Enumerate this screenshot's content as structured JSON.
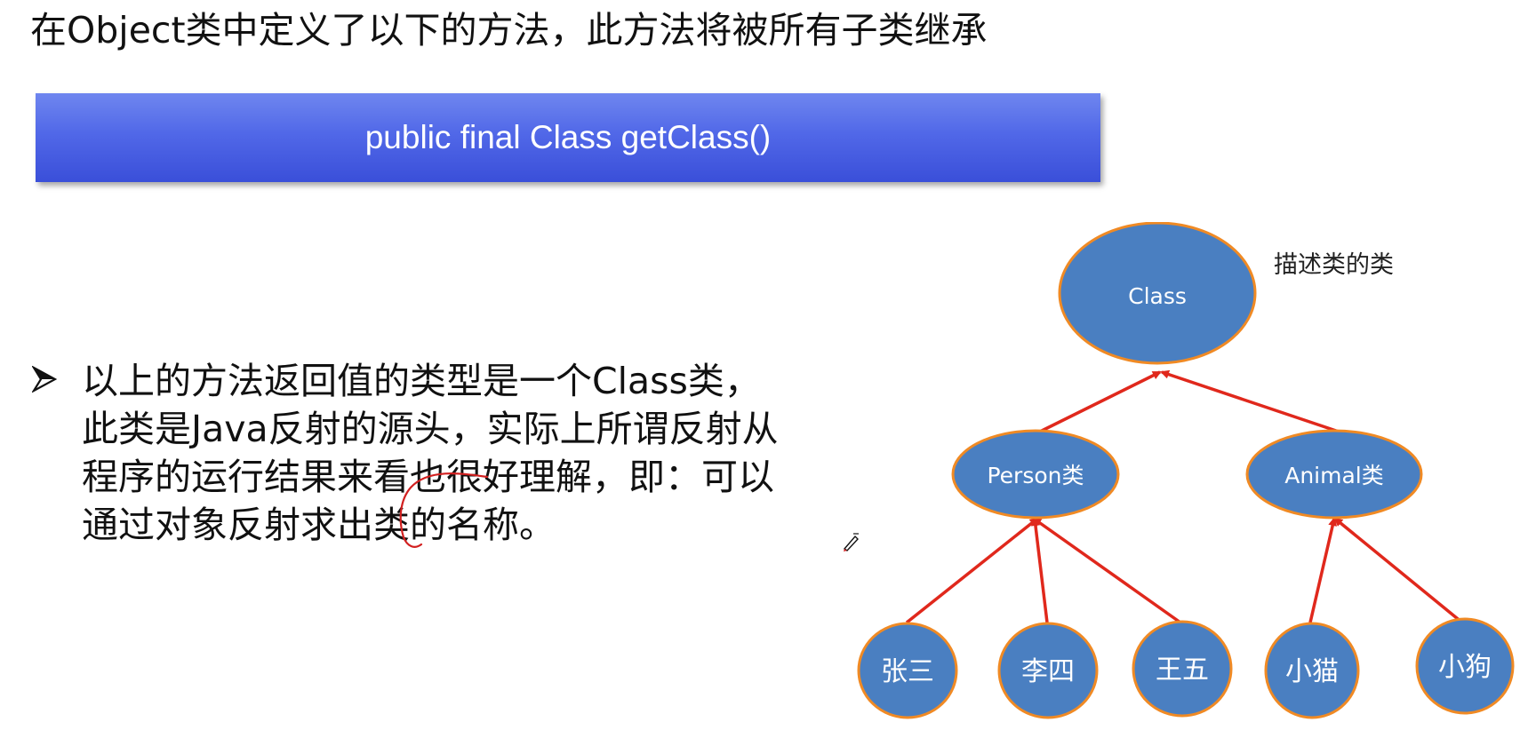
{
  "slide": {
    "title": "在Object类中定义了以下的方法，此方法将被所有子类继承",
    "code_line": "public final Class getClass()",
    "bullet": "以上的方法返回值的类型是一个Class类，此类是Java反射的源头，实际上所谓反射从程序的运行结果来看也很好理解，即：可以通过对象反射求出类的名称。"
  },
  "diagram": {
    "root": "Class",
    "root_note": "描述类的类",
    "mid": [
      "Person类",
      "Animal类"
    ],
    "leaves": [
      "张三",
      "李四",
      "王五",
      "小猫",
      "小狗"
    ]
  },
  "colors": {
    "banner": "#4d63e5",
    "node_fill": "#4a7fc1",
    "node_stroke": "#f08a24",
    "arrow": "#e0281c",
    "pen_mark": "#d22020"
  },
  "icons": {
    "bullet": "arrow-bullet-icon",
    "cursor": "pen-cursor-icon"
  }
}
